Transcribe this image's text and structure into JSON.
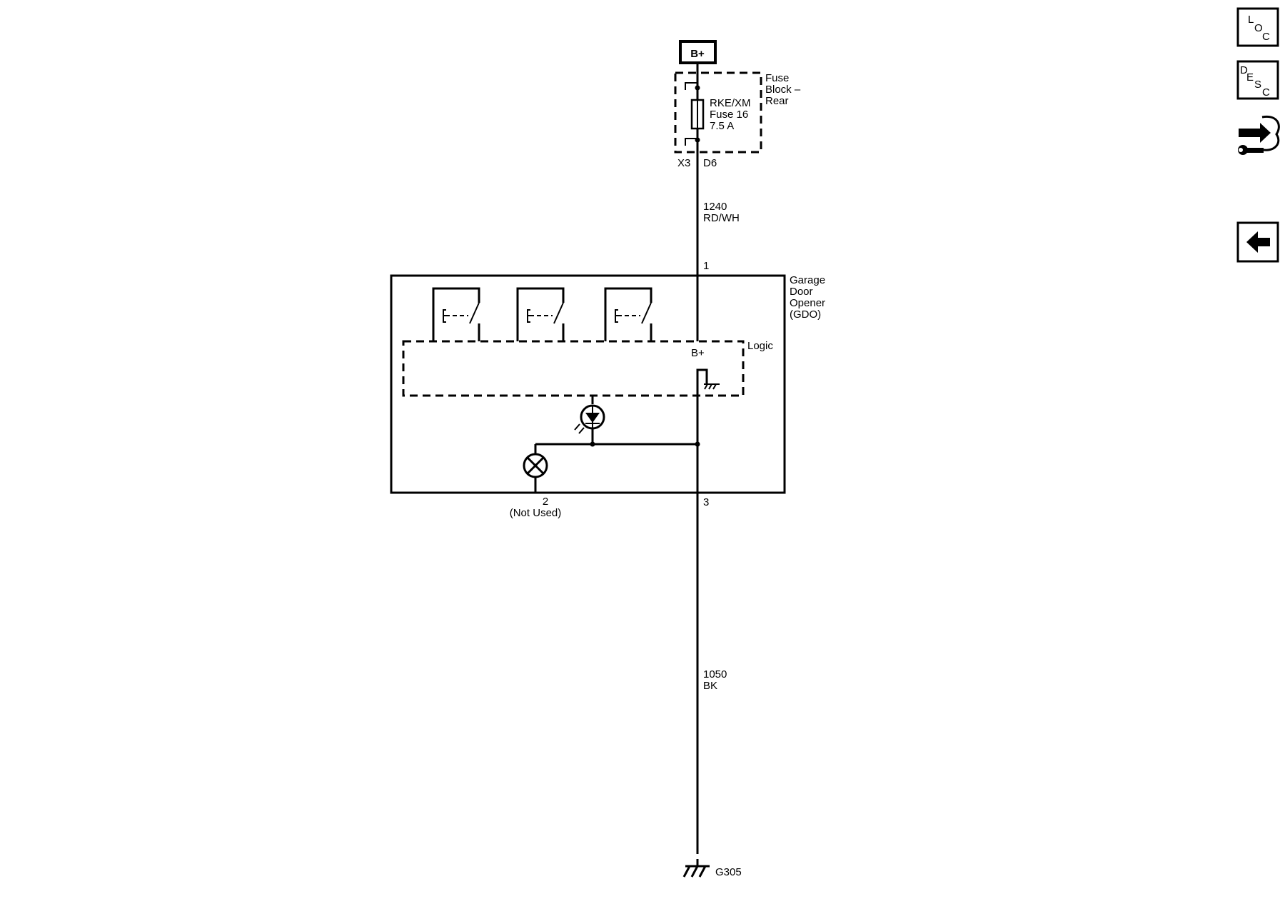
{
  "power": {
    "label": "B+"
  },
  "fuse_block": {
    "name_line1": "Fuse",
    "name_line2": "Block –",
    "name_line3": "Rear",
    "fuse_line1": "RKE/XM",
    "fuse_line2": "Fuse 16",
    "fuse_line3": "7.5 A",
    "connector": "X3",
    "terminal": "D6"
  },
  "wire_power": {
    "circuit": "1240",
    "color": "RD/WH"
  },
  "gdo": {
    "name_line1": "Garage",
    "name_line2": "Door",
    "name_line3": "Opener",
    "name_line4": "(GDO)",
    "logic_label": "Logic",
    "logic_bplus": "B+",
    "pin_power": "1",
    "pin_lamp": "2",
    "pin_lamp_note": "(Not Used)",
    "pin_ground": "3"
  },
  "wire_ground": {
    "circuit": "1050",
    "color": "BK"
  },
  "ground": {
    "label": "G305"
  },
  "nav": {
    "loc": {
      "l1": "L",
      "l2": "O",
      "l3": "C"
    },
    "desc": {
      "l1": "D",
      "l2": "E",
      "l3": "S",
      "l4": "C"
    }
  }
}
